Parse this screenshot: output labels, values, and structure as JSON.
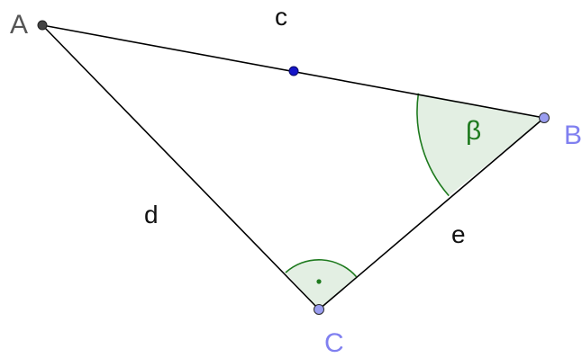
{
  "points": {
    "A": "A",
    "B": "B",
    "C": "C"
  },
  "sides": {
    "c": "c",
    "d": "d",
    "e": "e"
  },
  "angles": {
    "beta": "β"
  },
  "colors": {
    "segment": "#000000",
    "angle_stroke": "#1e7a1e",
    "angle_fill": "#e3efe3",
    "point_blue": "#9a9df0",
    "label_blue": "#8080f0",
    "midpoint": "#1515c8",
    "point_A": "#444444"
  }
}
